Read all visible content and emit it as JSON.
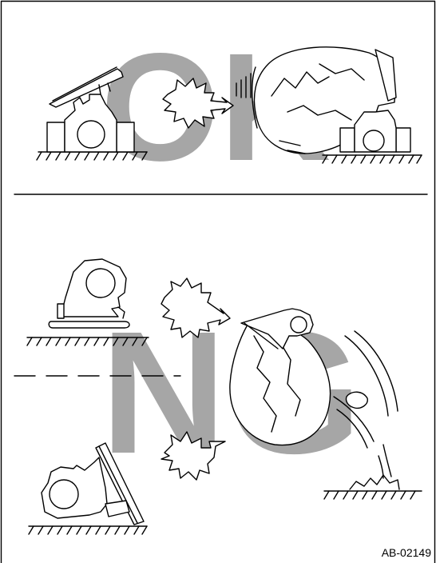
{
  "labels": {
    "ok": "OK",
    "ng": "NG",
    "code": "AB-02149"
  },
  "colors": {
    "watermark": "#a6a6a6",
    "line": "#000000",
    "background": "#ffffff"
  }
}
